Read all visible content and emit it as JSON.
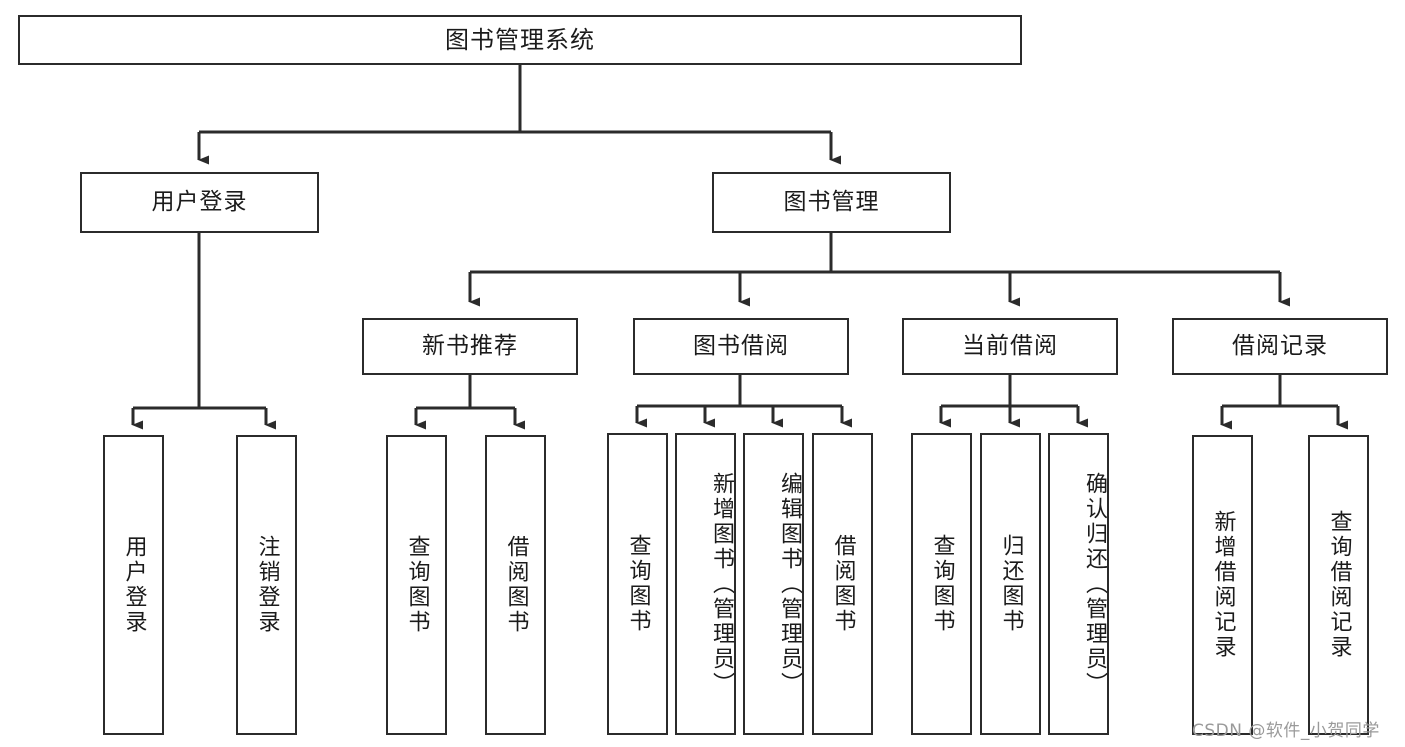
{
  "diagram": {
    "type": "tree",
    "title": "图书管理系统",
    "watermark": "CSDN @软件_小贺同学",
    "colors": {
      "background": "#ffffff",
      "border": "#2b2b2b",
      "text": "#1b1b1b",
      "edge": "#2b2b2b",
      "watermark": "#9a9a9a"
    },
    "root": {
      "label": "图书管理系统"
    },
    "level2": [
      {
        "id": "user-login",
        "label": "用户登录"
      },
      {
        "id": "book-manage",
        "label": "图书管理"
      }
    ],
    "level3": [
      {
        "id": "new-book-recommend",
        "label": "新书推荐",
        "parent": "book-manage"
      },
      {
        "id": "book-borrow",
        "label": "图书借阅",
        "parent": "book-manage"
      },
      {
        "id": "current-borrow",
        "label": "当前借阅",
        "parent": "book-manage"
      },
      {
        "id": "borrow-record",
        "label": "借阅记录",
        "parent": "book-manage"
      }
    ],
    "leaves": {
      "user-login": [
        {
          "id": "leaf-user-login",
          "label": "用户登录"
        },
        {
          "id": "leaf-user-logout",
          "label": "注销登录"
        }
      ],
      "new-book-recommend": [
        {
          "id": "leaf-nb-query",
          "label": "查询图书"
        },
        {
          "id": "leaf-nb-borrow",
          "label": "借阅图书"
        }
      ],
      "book-borrow": [
        {
          "id": "leaf-bb-query",
          "label": "查询图书"
        },
        {
          "id": "leaf-bb-add",
          "label": "新增图书（管理员）"
        },
        {
          "id": "leaf-bb-edit",
          "label": "编辑图书（管理员）"
        },
        {
          "id": "leaf-bb-borrow",
          "label": "借阅图书"
        }
      ],
      "current-borrow": [
        {
          "id": "leaf-cb-query",
          "label": "查询图书"
        },
        {
          "id": "leaf-cb-return",
          "label": "归还图书"
        },
        {
          "id": "leaf-cb-confirm",
          "label": "确认归还（管理员）"
        }
      ],
      "borrow-record": [
        {
          "id": "leaf-br-add",
          "label": "新增借阅记录"
        },
        {
          "id": "leaf-br-query",
          "label": "查询借阅记录"
        }
      ]
    }
  }
}
